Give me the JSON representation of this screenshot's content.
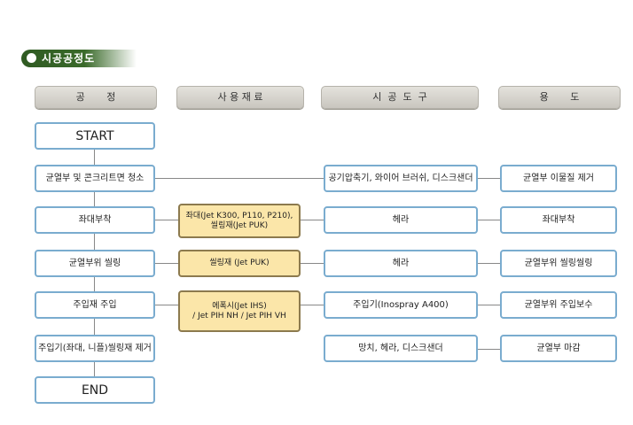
{
  "title": "시공공정도",
  "headers": {
    "process": "공       정",
    "material": "사 용 재 료",
    "tools": "시  공  도  구",
    "use": "용       도"
  },
  "process": [
    "START",
    "균열부 및 콘크리트면 청소",
    "좌대부착",
    "균열부위 씰링",
    "주입재 주입",
    "주입기(좌대, 니플)씰링재 제거",
    "END"
  ],
  "materials": [
    "좌대(Jet K300, P110, P210),\n씰링재(Jet PUK)",
    "씰링재 (Jet PUK)",
    "에폭시(Jet IHS)\n/ Jet PIH NH / Jet PIH VH"
  ],
  "tools": [
    "공기압축기, 와이어 브러쉬, 디스크샌더",
    "헤라",
    "헤라",
    "주입기(Inospray A400)",
    "망치, 헤라, 디스크샌더"
  ],
  "uses": [
    "균열부 이물질 제거",
    "좌대부착",
    "균열부위 씰링씰링",
    "균열부위 주입보수",
    "균열부 마감"
  ]
}
